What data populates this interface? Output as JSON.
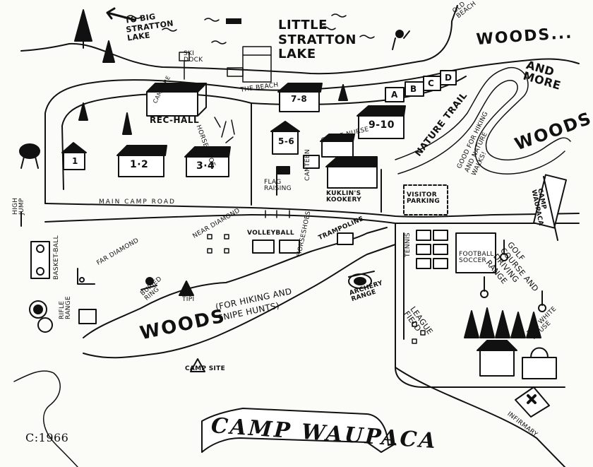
{
  "labels": {
    "to_big_stratton_lake": "TO BIG STRATTON LAKE",
    "little_stratton_lake": "LITTLE STRATTON LAKE",
    "old_beach": "OLD BEACH",
    "woods_ne": "WOODS...",
    "and_more": "AND MORE",
    "woods_ne2": "WOODS",
    "ski_dock": "SKI DOCK",
    "the_beach": "THE BEACH",
    "cabin_7_8": "7-8",
    "cabins_abcd": [
      "A",
      "B",
      "C",
      "D"
    ],
    "cabin_9_10": "9-10",
    "cabin_5_6": "5-6",
    "office_nurse": "OFFICE·NURSE",
    "canteen": "CANTEEN",
    "nature_trail": "NATURE TRAIL",
    "good_for_hiking": "GOOD FOR HIKING AND NATURE WALKS!",
    "campfire": "CAMPFIRE",
    "rec_hall": "REC-HALL",
    "horseshoe": "HORSE SHOE",
    "flag_raising": "FLAG RAISING",
    "kuklins_kookery": "KUKLIN'S KOOKERY",
    "visitor_parking": "VISITOR PARKING",
    "camp_waupaca_sign": "CAMP WAUPACA",
    "cabin_1": "1",
    "cabin_1_2": "1·2",
    "cabin_3_4": "3·4",
    "main_camp_road": "MAIN CAMP ROAD",
    "high_jump": "HIGH JUMP",
    "basketball": "BASKET-BALL",
    "far_diamond": "FAR DIAMOND",
    "near_diamond": "NEAR DIAMOND",
    "volleyball": "VOLLEYBALL",
    "horseshoes": "HORSESHOES",
    "trampoline": "TRAMPOLINE",
    "tennis": "TENNIS",
    "football_soccer": "FOOTBALL SOCCER",
    "golf_course": "GOLF COURSE AND DRIVING RANGE",
    "buried_ring": "BURIED RING",
    "tipi": "TIPI",
    "archery_range": "ARCHERY RANGE",
    "rifle_range": "RIFLE RANGE",
    "woods_main": "WOODS",
    "woods_note": "(FOR HIKING AND SNIPE HUNTS)",
    "league_field": "LEAGUE FIELD",
    "the_white_house": "THE WHITE HOUSE",
    "camp_site": "CAMP SITE",
    "infirmary": "INFIRMARY",
    "date": "C:1966"
  },
  "banner": "CAMP WAUPACA",
  "colors": {
    "ink": "#111111",
    "paper": "#fbfbf8"
  }
}
